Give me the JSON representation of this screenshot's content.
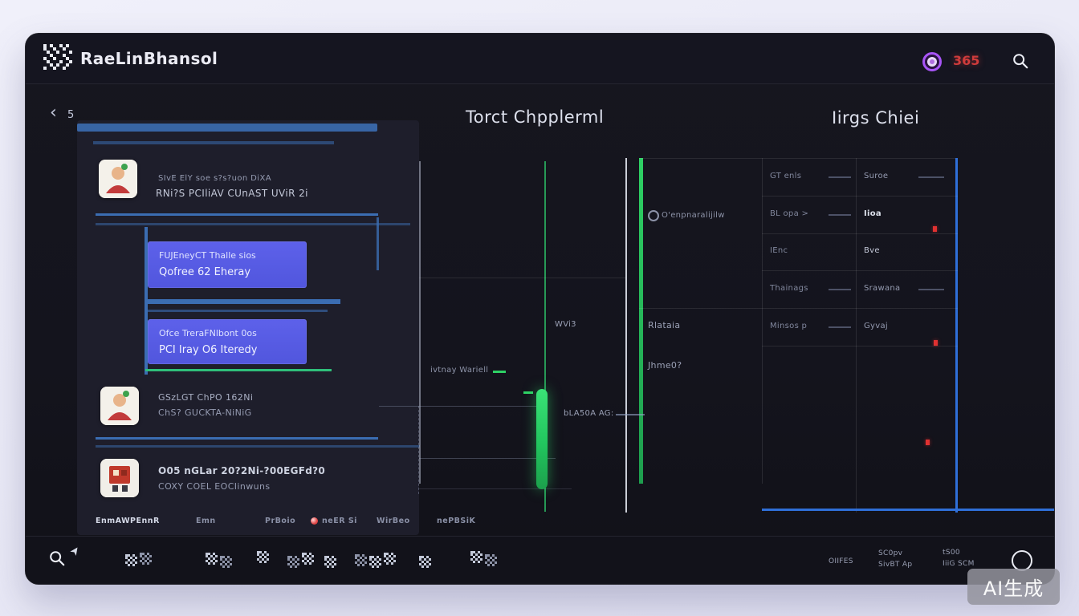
{
  "app": {
    "title": "RaeLinBhansol",
    "badge": "365"
  },
  "nav": {
    "back": "‹",
    "page": "5"
  },
  "headers": {
    "center": "Torct Chpplerml",
    "right": "Iirgs Chiei"
  },
  "panel": {
    "items": [
      {
        "line1": "SIvE ElY soe s?s?uon DiXA",
        "line2": "RNi?S PCIliAV CUnAST UViR 2i"
      },
      {
        "line1": "FUJEneyCT Thalle sios",
        "line2": "Qofree 62 Eheray"
      },
      {
        "line1": "Ofce TreraFNlbont 0os",
        "line2": "PCI Iray O6 Iteredy"
      },
      {
        "line1": "GSzLGT ChPO 162Ni",
        "line2": "ChS? GUCKTA-NiNiG"
      },
      {
        "line1": "O05 nGLar 20?2Ni-?00EGFd?0",
        "line2": "COXY COEL EOCIinwuns"
      }
    ],
    "tabs": [
      "EnmAWPEnnR",
      "Emn",
      "PrBoio",
      "neER Si",
      "WirBeo",
      "nePBSiK"
    ]
  },
  "chart": {
    "labels": {
      "gate": "ivtnay Wariell",
      "mid": "WVi3",
      "price": "bLA50A AG:",
      "right1": "Rlataia",
      "right2": "Jhme0?",
      "top": "O'enpnaralijilw"
    }
  },
  "table": {
    "rows": [
      {
        "name": "GT enls",
        "value": "Suroe"
      },
      {
        "name": "BL opa >",
        "value": "Iioa"
      },
      {
        "name": "IEnc",
        "value": "Bve"
      },
      {
        "name": "Thainags",
        "value": "Srawana"
      },
      {
        "name": "Minsos p",
        "value": "Gyvaj"
      }
    ]
  },
  "toolbar": {
    "group1": "OIIFES",
    "group2_line1": "SC0pv",
    "group2_line2": "SivBT Ap",
    "group3_line1": "tS00",
    "group3_line2": "IiiG SCM"
  },
  "watermark": "AI生成",
  "colors": {
    "accent_blue": "#3b6db2",
    "green": "#2ed164",
    "card_purple": "#585ce6",
    "table_blue": "#2f6fd8",
    "badge_red": "#cf3b3b"
  }
}
